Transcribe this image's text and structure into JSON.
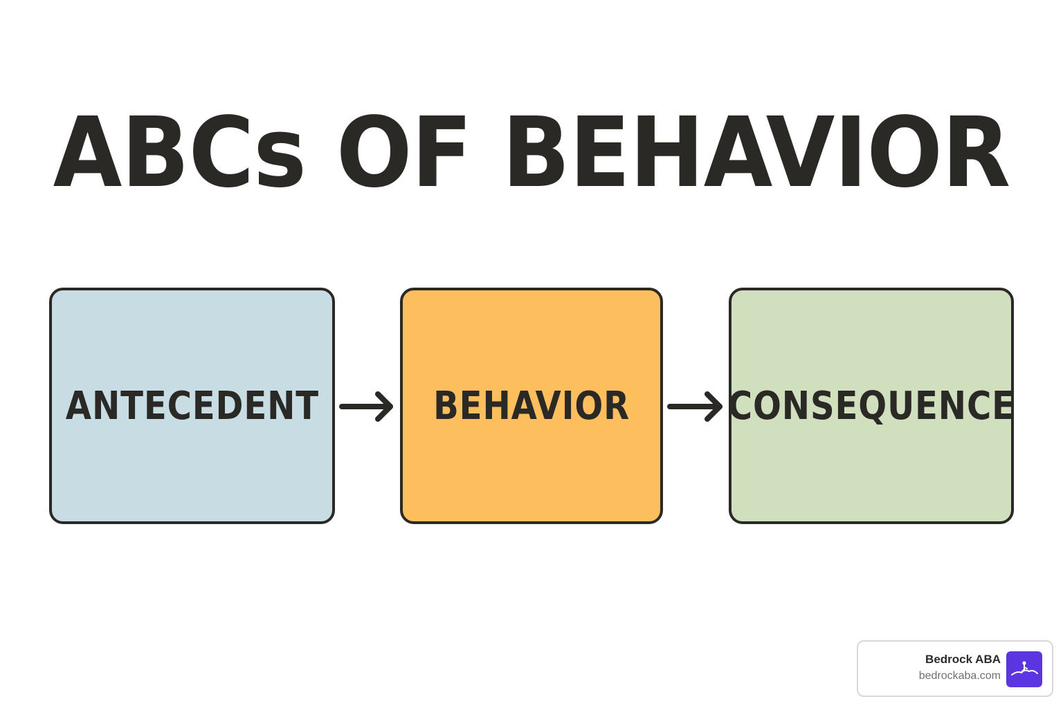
{
  "title": "ABCs OF BEHAVIOR",
  "steps": [
    {
      "label": "ANTECEDENT",
      "color": "#c8dde3"
    },
    {
      "label": "BEHAVIOR",
      "color": "#fdbf5e"
    },
    {
      "label": "CONSEQUENCE",
      "color": "#d0dfbd"
    }
  ],
  "badge": {
    "name": "Bedrock ABA",
    "url": "bedrockaba.com",
    "logo_color": "#5b35e0",
    "logo_icon": "bedrock-logo-icon"
  },
  "colors": {
    "text": "#2b2926",
    "border": "#2b2926"
  }
}
